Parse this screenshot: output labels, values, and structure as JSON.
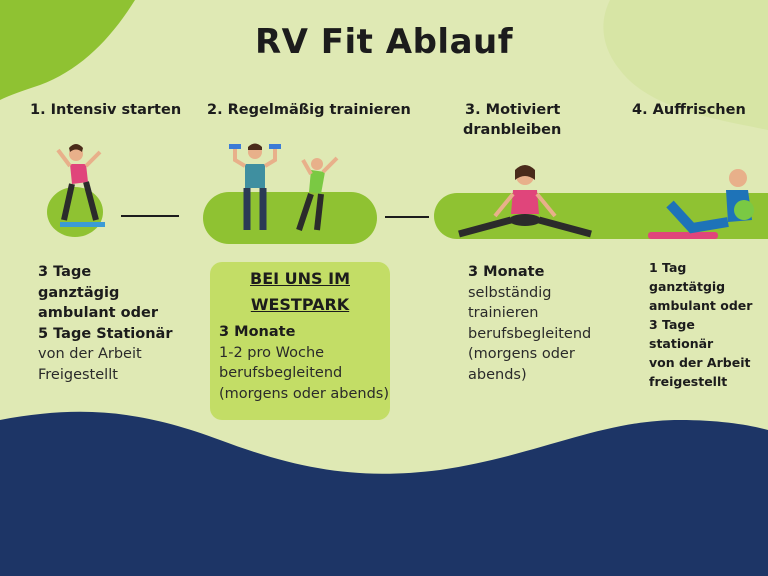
{
  "title": "RV Fit Ablauf",
  "steps": [
    {
      "heading": "1. Intensiv starten",
      "lines": [
        "3 Tage",
        "ganztägig",
        "ambulant oder",
        "5 Tage Stationär"
      ],
      "rest": [
        "von der Arbeit",
        "Freigestellt"
      ]
    },
    {
      "heading": "2. Regelmäßig trainieren",
      "box_title_1": "BEI UNS IM",
      "box_title_2": "WESTPARK",
      "bold": "3 Monate",
      "rest": [
        "1-2 pro Woche",
        "berufsbegleitend",
        "(morgens oder abends)"
      ]
    },
    {
      "heading_1": "3. Motiviert",
      "heading_2": "dranbleiben",
      "bold": "3 Monate",
      "rest": [
        "selbständig",
        "trainieren",
        "berufsbegleitend",
        "(morgens oder",
        "abends)"
      ]
    },
    {
      "heading": "4. Auffrischen",
      "lines": [
        "1 Tag",
        "ganztätgig",
        "ambulant oder",
        "3 Tage",
        "stationär",
        "von der Arbeit",
        "freigestellt"
      ]
    }
  ],
  "colors": {
    "background": "#dfe9b4",
    "accent_green": "#8fc232",
    "box_green": "#c3dd66",
    "navy": "#1d3566"
  },
  "illustrations": [
    "woman-side-stretch-icon",
    "man-dumbbell-icon",
    "woman-side-bend-icon",
    "woman-split-stretch-icon",
    "woman-floor-stretch-icon"
  ]
}
